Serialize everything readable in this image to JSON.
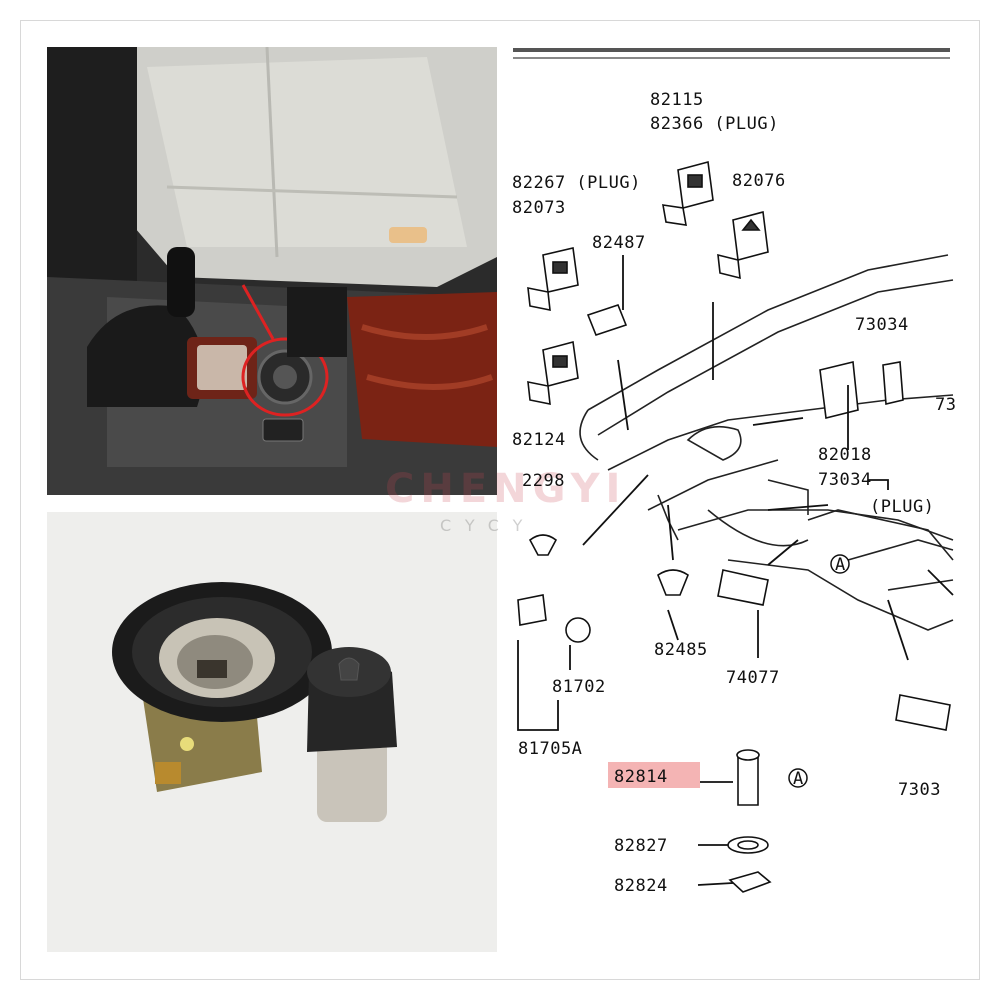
{
  "diagram": {
    "part_numbers": {
      "p82115": "82115",
      "p82366": "82366 (PLUG)",
      "p82267": "82267 (PLUG)",
      "p82073": "82073",
      "p82076": "82076",
      "p82487": "82487",
      "p73034a": "73034",
      "p73_cut": "73",
      "p82124": "82124",
      "p82018": "82018",
      "p73034b": "73034",
      "p_plug": "(PLUG)",
      "p2298": "2298",
      "p82485": "82485",
      "p74077": "74077",
      "p81702": "81702",
      "p81705a": "81705A",
      "p82814": "82814",
      "p82827": "82827",
      "p82824": "82824",
      "p73034c": "7303",
      "ref_a1": "A",
      "ref_a2": "A"
    },
    "highlight_color": "#f4b4b4"
  },
  "watermark": {
    "brand": "CHENGYI",
    "sub": "CYCY"
  }
}
